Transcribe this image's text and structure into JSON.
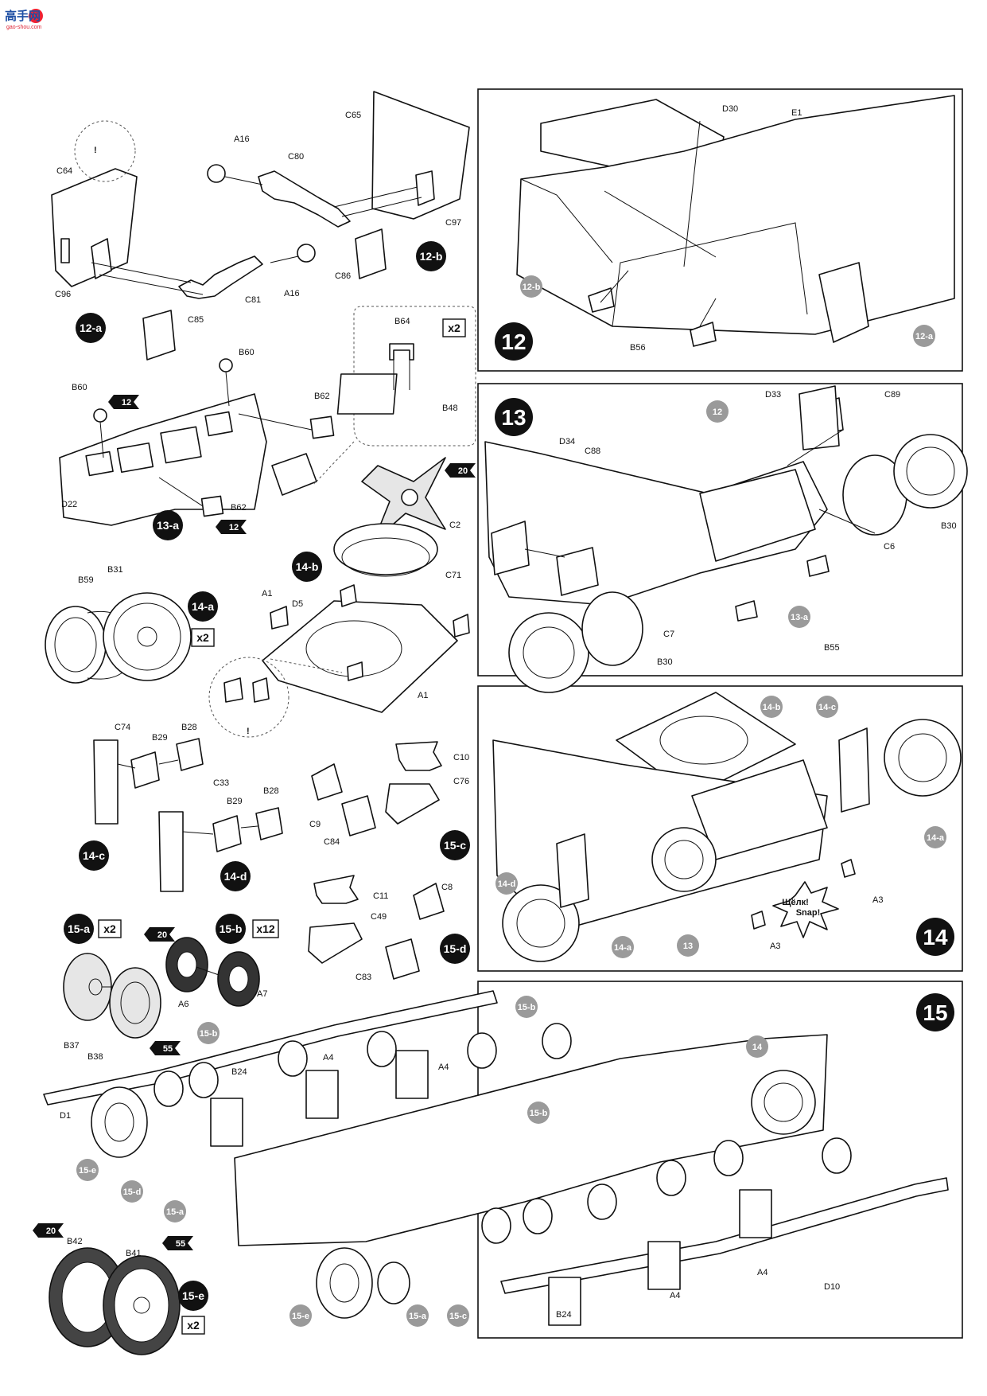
{
  "watermark": {
    "text": "高手网",
    "url": "gao-shou.com"
  },
  "steps": [
    {
      "number": "12"
    },
    {
      "number": "13"
    },
    {
      "number": "14"
    },
    {
      "number": "15"
    }
  ],
  "subassemblies": {
    "a12": "12-a",
    "b12": "12-b",
    "a13": "13-a",
    "a14": "14-a",
    "b14": "14-b",
    "c14": "14-c",
    "d14": "14-d",
    "a15": "15-a",
    "b15": "15-b",
    "c15": "15-c",
    "d15": "15-d",
    "e15": "15-e"
  },
  "quantities": {
    "x2": "x2",
    "x12": "x12"
  },
  "paint_refs": {
    "p12": "12",
    "p20": "20",
    "p55": "55"
  },
  "snap_text": {
    "ru": "Щёлк!",
    "en": "Snap!"
  },
  "parts": {
    "A1": "A1",
    "A3": "A3",
    "A4": "A4",
    "A6": "A6",
    "A7": "A7",
    "A16": "A16",
    "B24": "B24",
    "B28": "B28",
    "B29": "B29",
    "B30": "B30",
    "B31": "B31",
    "B37": "B37",
    "B38": "B38",
    "B41": "B41",
    "B42": "B42",
    "B48": "B48",
    "B55": "B55",
    "B56": "B56",
    "B59": "B59",
    "B60": "B60",
    "B62": "B62",
    "B64": "B64",
    "C2": "C2",
    "C6": "C6",
    "C7": "C7",
    "C8": "C8",
    "C9": "C9",
    "C10": "C10",
    "C11": "C11",
    "C33": "C33",
    "C49": "C49",
    "C64": "C64",
    "C65": "C65",
    "C71": "C71",
    "C74": "C74",
    "C76": "C76",
    "C80": "C80",
    "C81": "C81",
    "C83": "C83",
    "C84": "C84",
    "C85": "C85",
    "C86": "C86",
    "C88": "C88",
    "C89": "C89",
    "C96": "C96",
    "C97": "C97",
    "D1": "D1",
    "D5": "D5",
    "D10": "D10",
    "D22": "D22",
    "D30": "D30",
    "D33": "D33",
    "D34": "D34",
    "E1": "E1"
  }
}
